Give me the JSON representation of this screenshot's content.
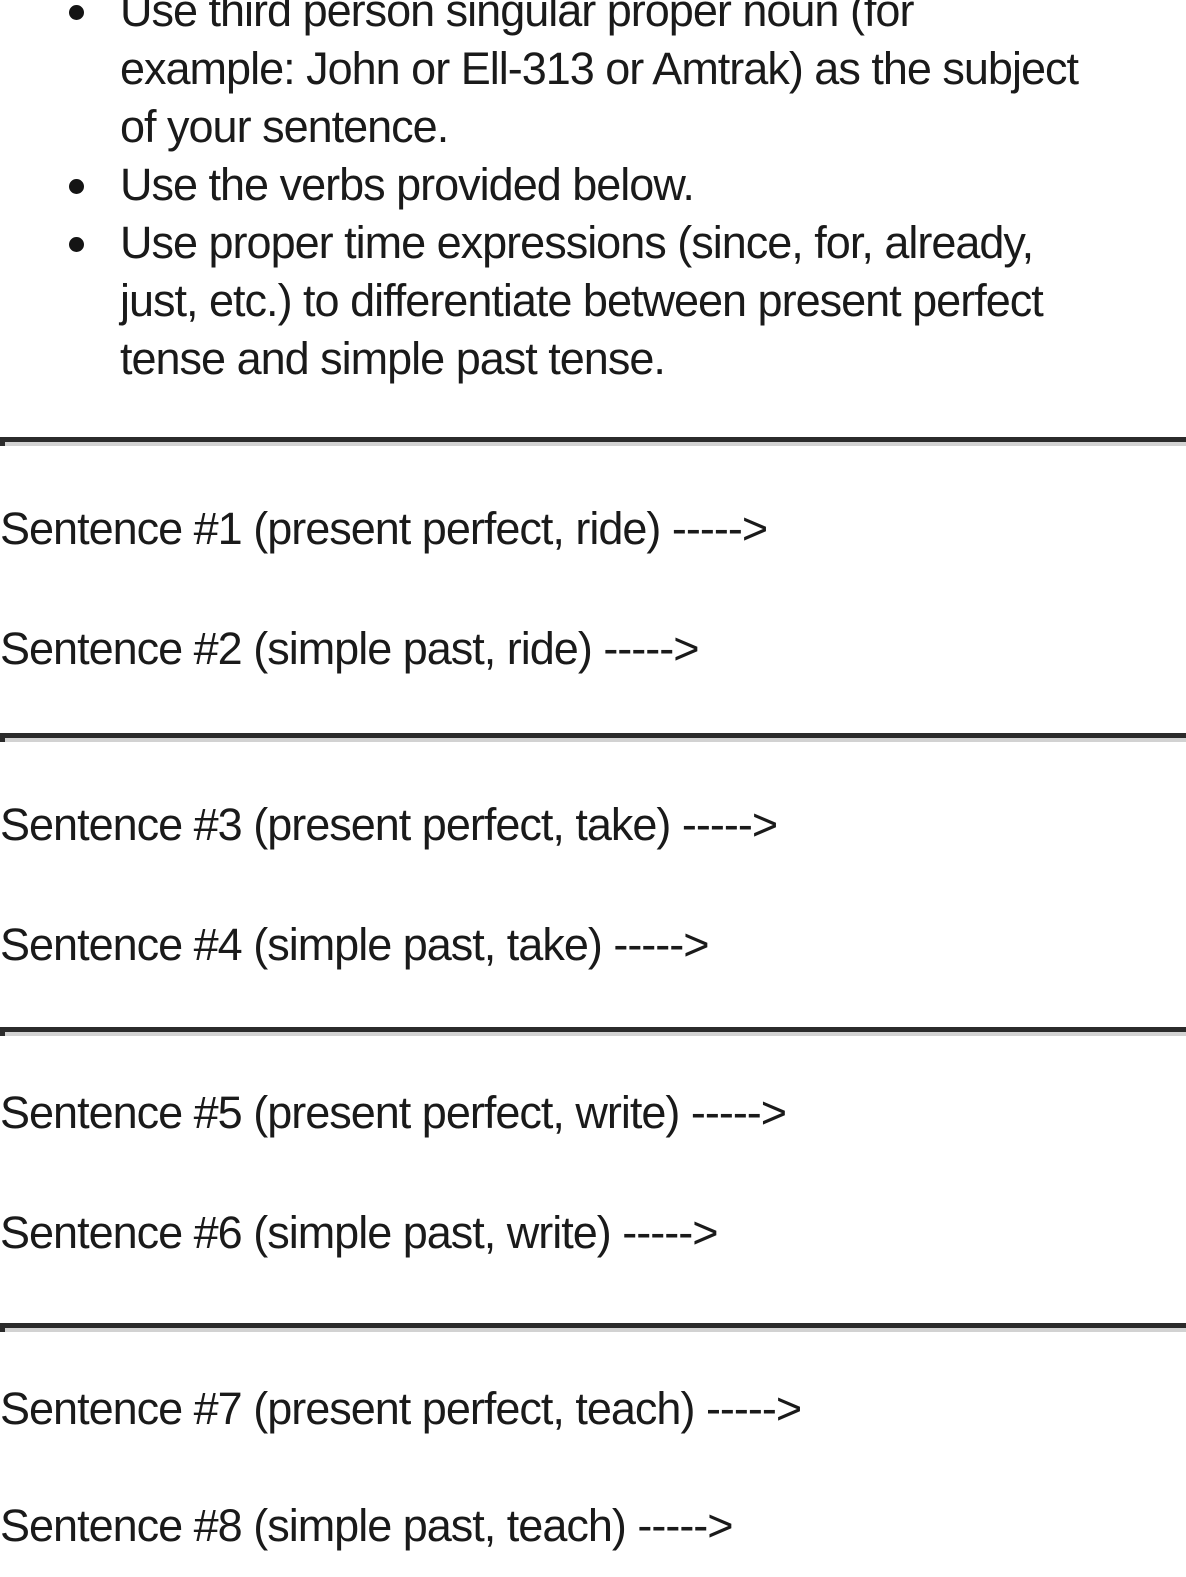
{
  "page": {
    "background": "#ffffff",
    "text_color": "#1a1a1a",
    "divider_dark": "#2b2b2b",
    "divider_light": "#d2d2d2"
  },
  "instructions": {
    "bullets": [
      {
        "lines": [
          "Use third person singular proper noun (for",
          "example: John or Ell-313 or Amtrak) as the subject",
          "of your sentence."
        ]
      },
      {
        "lines": [
          "Use the verbs provided below."
        ]
      },
      {
        "lines": [
          "Use proper time expressions (since, for, already,",
          "just, etc.) to differentiate between present perfect",
          "tense and simple past tense."
        ]
      }
    ]
  },
  "sections": [
    {
      "prompts": [
        "Sentence #1 (present perfect, ride) ----->",
        "Sentence #2 (simple past, ride) ----->"
      ]
    },
    {
      "prompts": [
        "Sentence #3 (present perfect, take) ----->",
        "Sentence #4 (simple past, take) ----->"
      ]
    },
    {
      "prompts": [
        "Sentence #5 (present perfect, write) ----->",
        "Sentence #6 (simple past, write) ----->"
      ]
    },
    {
      "prompts": [
        "Sentence #7 (present perfect, teach) ----->",
        "Sentence #8 (simple past, teach) ----->"
      ]
    }
  ]
}
